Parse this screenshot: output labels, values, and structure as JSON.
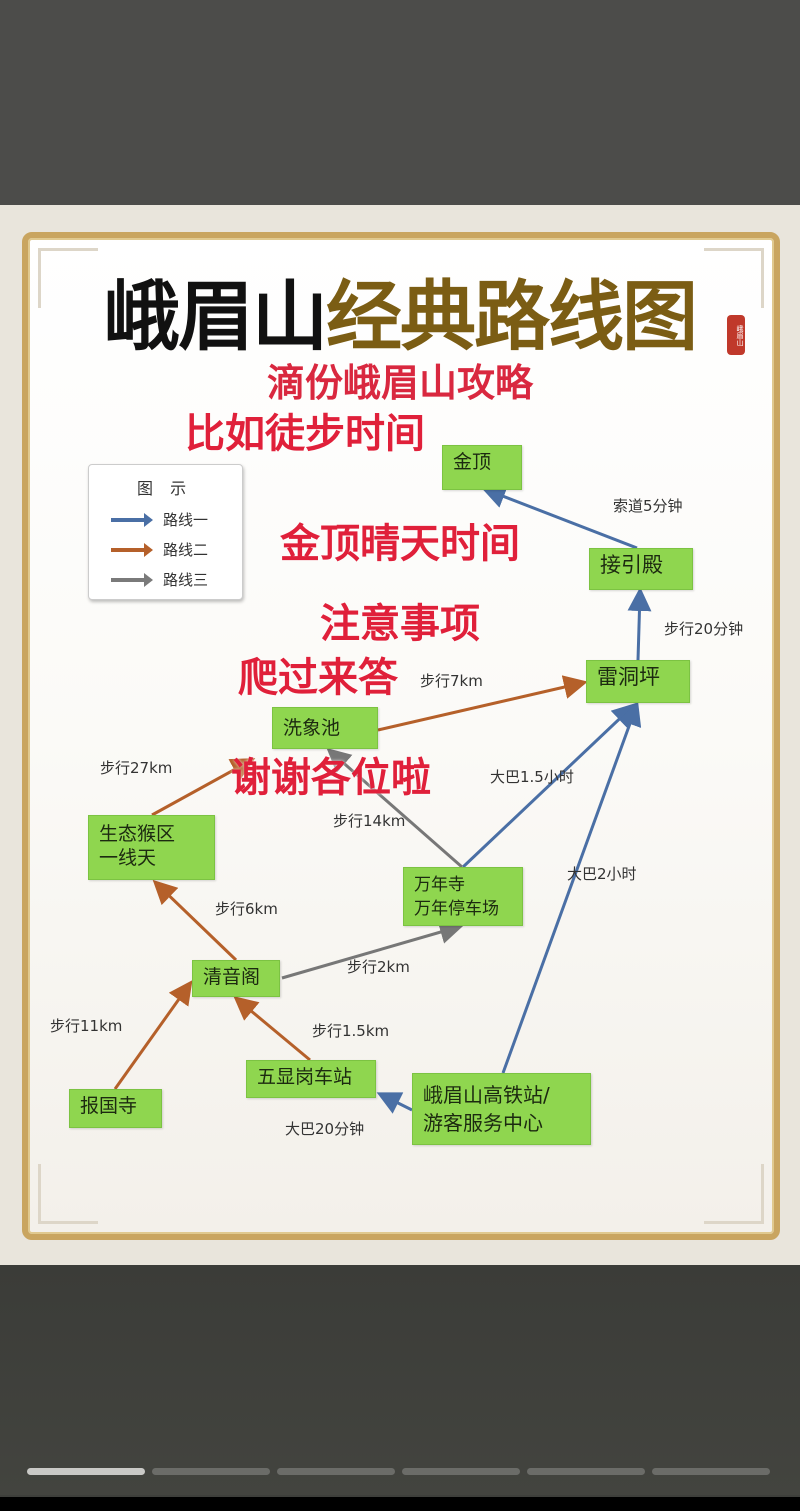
{
  "title": {
    "part1": "峨眉山",
    "part2": "经典路线图",
    "seal": "峨眉山"
  },
  "subtitle": "滴份峨眉山攻略",
  "overlay_text": [
    "比如徒步时间",
    "金顶晴天时间",
    "注意事项",
    "爬过来答",
    "谢谢各位啦"
  ],
  "legend": {
    "title": "图 示",
    "items": [
      {
        "label": "路线一",
        "color": "#4a6fa5"
      },
      {
        "label": "路线二",
        "color": "#b5602a"
      },
      {
        "label": "路线三",
        "color": "#7a7a7a"
      }
    ]
  },
  "nodes": {
    "jinding": "金顶",
    "jieyindian": "接引殿",
    "leidongping": "雷洞坪",
    "xixiangchi": "洗象池",
    "houqu": [
      "生态猴区",
      "一线天"
    ],
    "wannian": [
      "万年寺",
      "万年停车场"
    ],
    "qingyinge": "清音阁",
    "wuxiangang": "五显岗车站",
    "baoguosi": "报国寺",
    "station": [
      "峨眉山高铁站/",
      "游客服务中心"
    ]
  },
  "edge_labels": {
    "cableway": "索道5分钟",
    "walk20min": "步行20分钟",
    "walk7km": "步行7km",
    "bus15h": "大巴1.5小时",
    "walk14km": "步行14km",
    "bus2h": "大巴2小时",
    "walk27km": "步行27km",
    "walk6km": "步行6km",
    "walk2km": "步行2km",
    "walk11km": "步行11km",
    "walk15km": "步行1.5km",
    "bus20min": "大巴20分钟"
  },
  "pager": {
    "total": 6,
    "current": 1
  }
}
